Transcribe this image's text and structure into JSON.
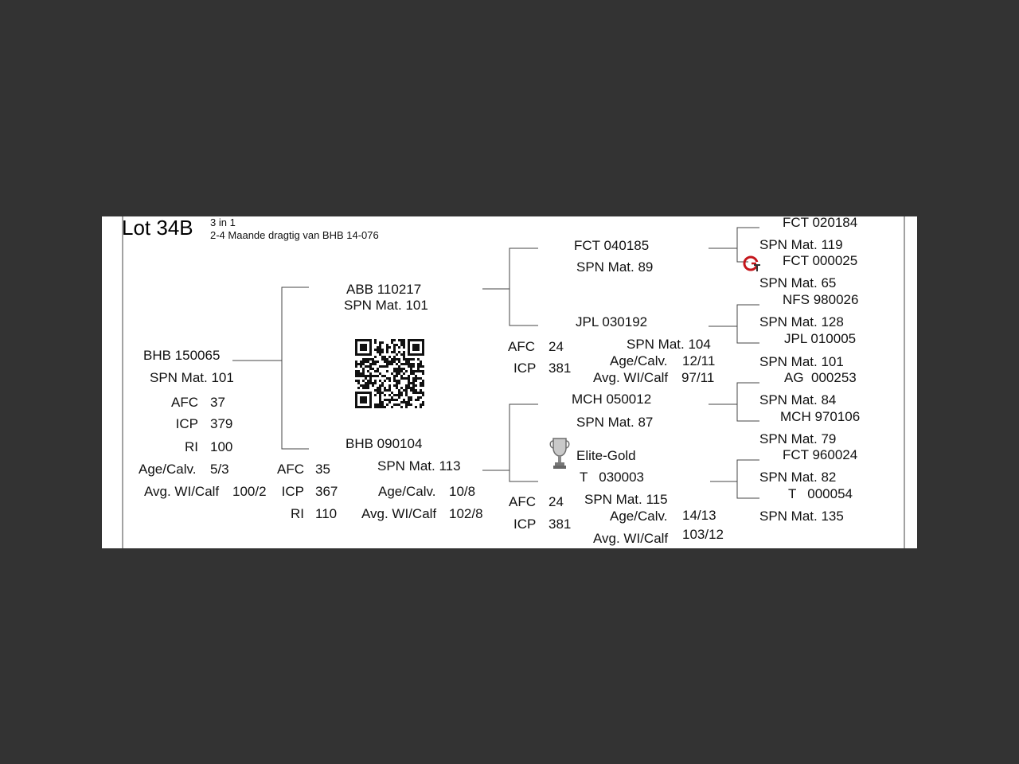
{
  "lot": {
    "title": "Lot 34B",
    "badge": "3 in 1",
    "subtitle": "2-4 Maande dragtig van BHB 14-076"
  },
  "animal": {
    "id": "BHB 150065",
    "spn": "SPN Mat. 101",
    "afc_label": "AFC",
    "afc_value": "37",
    "icp_label": "ICP",
    "icp_value": "379",
    "ri_label": "RI",
    "ri_value": "100",
    "age_label": "Age/Calv.",
    "age_value": "5/3",
    "wi_label": "Avg. WI/Calf",
    "wi_value": "100/2"
  },
  "sire": {
    "id": "ABB 110217",
    "spn": "SPN Mat. 101"
  },
  "dam": {
    "id": "BHB 090104",
    "spn": "SPN Mat. 113",
    "afc_label": "AFC",
    "afc_value": "35",
    "icp_label": "ICP",
    "icp_value": "367",
    "ri_label": "RI",
    "ri_value": "110",
    "age_label": "Age/Calv.",
    "age_value": "10/8",
    "wi_label": "Avg. WI/Calf",
    "wi_value": "102/8"
  },
  "sire_sire": {
    "id": "FCT 040185",
    "spn": "SPN Mat. 89"
  },
  "sire_dam": {
    "id": "JPL 030192",
    "spn": "SPN Mat. 104",
    "afc_label": "AFC",
    "afc_value": "24",
    "icp_label": "ICP",
    "icp_value": "381",
    "age_label": "Age/Calv.",
    "age_value": "12/11",
    "wi_label": "Avg. WI/Calf",
    "wi_value": "97/11"
  },
  "dam_sire": {
    "id": "MCH 050012",
    "spn": "SPN Mat. 87"
  },
  "dam_dam": {
    "award": "Elite-Gold",
    "id": "T   030003",
    "spn": "SPN Mat. 115",
    "afc_label": "AFC",
    "afc_value": "24",
    "icp_label": "ICP",
    "icp_value": "381",
    "age_label": "Age/Calv.",
    "age_value": "14/13",
    "wi_label": "Avg. WI/Calf",
    "wi_value": "103/12"
  },
  "ggp": [
    {
      "id": "FCT 020184",
      "spn": "SPN Mat. 119"
    },
    {
      "id": "FCT 000025",
      "spn": "SPN Mat. 65"
    },
    {
      "id": "NFS 980026",
      "spn": "SPN Mat. 128"
    },
    {
      "id": "JPL 010005",
      "spn": "SPN Mat. 101"
    },
    {
      "id": "AG  000253",
      "spn": "SPN Mat. 84"
    },
    {
      "id": "MCH 970106",
      "spn": "SPN Mat. 79"
    },
    {
      "id": "FCT 960024",
      "spn": "SPN Mat. 82"
    },
    {
      "id": "T   000054",
      "spn": "SPN Mat. 135"
    }
  ],
  "icons": {
    "qr": "qr-code",
    "trophy": "trophy-icon",
    "gt_logo": "gt-logo-icon"
  }
}
